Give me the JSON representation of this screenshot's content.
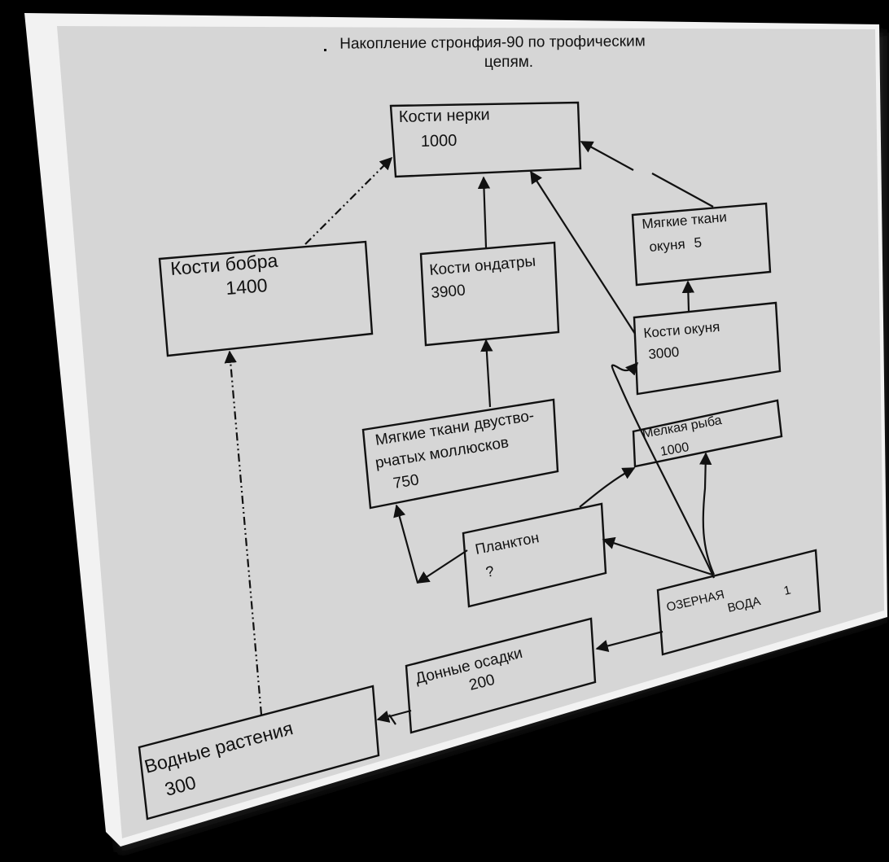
{
  "slide": {
    "title_line1": "Накопление стронфия-90 по трофическим",
    "title_line2": "цепям."
  },
  "nodes": {
    "nerka": {
      "label": "Кости нерки",
      "value": "1000"
    },
    "bobr": {
      "label": "Кости бобра",
      "value": "1400"
    },
    "ondatra": {
      "label": "Кости ондатры",
      "value": "3900"
    },
    "okun_soft": {
      "label_line1": "Мягкие ткани",
      "label_line2": "окуня",
      "value": "5"
    },
    "okun_bones": {
      "label": "Кости окуня",
      "value": "3000"
    },
    "mollusks": {
      "label_line1": "Мягкие ткани двуство-",
      "label_line2": "рчатых моллюсков",
      "value": "750"
    },
    "small_fish": {
      "label": "Мелкая рыба",
      "value": "1000"
    },
    "plankton": {
      "label": "Планктон",
      "value": "?"
    },
    "lake_water": {
      "label_line1": "ОЗЕРНАЯ",
      "label_line2": "ВОДА",
      "value": "1"
    },
    "sediments": {
      "label": "Донные осадки",
      "value": "200"
    },
    "plants": {
      "label": "Водные растения",
      "value": "300"
    }
  },
  "colors": {
    "background": "#000000",
    "slide": "#d6d6d6",
    "ink": "#111111",
    "slide_edge": "#f2f2f2"
  }
}
